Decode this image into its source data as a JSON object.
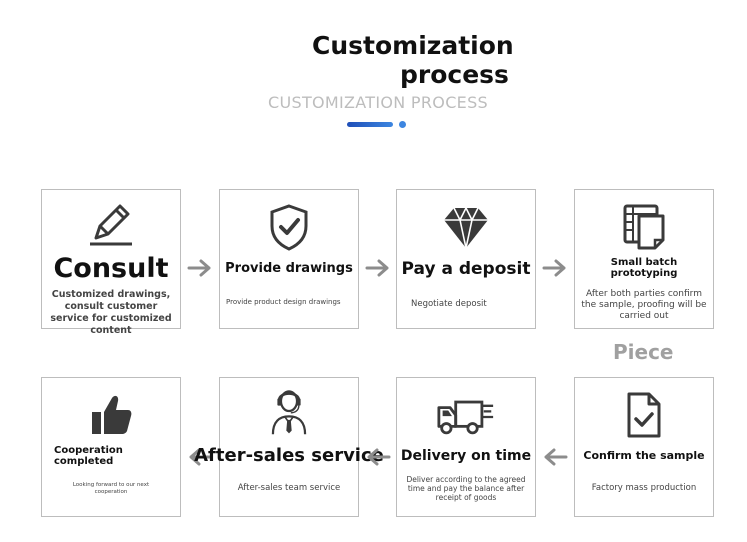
{
  "header": {
    "title_line1": "Customization",
    "title_line2": "process",
    "subtitle": "CUSTOMIZATION PROCESS"
  },
  "steps": {
    "consult": {
      "label": "Consult",
      "desc": "Customized drawings, consult customer service for customized content",
      "icon": "pencil-sign-icon"
    },
    "drawings": {
      "label": "Provide drawings",
      "desc": "Provide product design drawings",
      "icon": "shield-check-icon"
    },
    "deposit": {
      "label": "Pay a deposit",
      "desc": "Negotiate deposit",
      "icon": "diamond-icon"
    },
    "batch": {
      "label": "Small batch prototyping",
      "desc": "After both parties confirm the sample, proofing will be carried out",
      "icon": "document-stack-icon"
    },
    "confirm": {
      "label": "Confirm the sample",
      "desc": "Factory mass production",
      "icon": "document-check-icon"
    },
    "delivery": {
      "label": "Delivery on time",
      "desc": "Deliver according to the agreed time and pay the balance after receipt of goods",
      "icon": "delivery-truck-icon"
    },
    "aftersales": {
      "label": "After-sales service",
      "desc": "After-sales team service",
      "icon": "support-agent-icon"
    },
    "cooperation": {
      "label": "Cooperation completed",
      "desc": "Looking forward to our next cooperation",
      "icon": "thumbs-up-icon"
    }
  },
  "piece_label": "Piece",
  "colors": {
    "accent": "#2f6fd0",
    "arrow": "#8c8c8c",
    "icon": "#3a3a3a"
  }
}
